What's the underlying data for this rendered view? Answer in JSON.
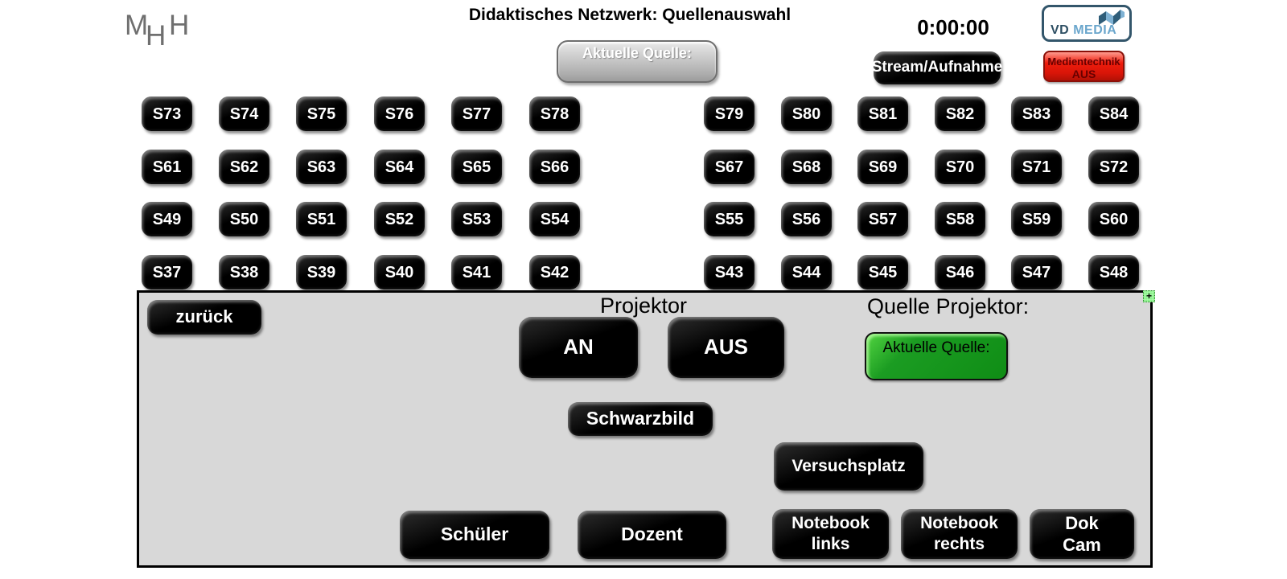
{
  "header": {
    "logo": {
      "letter1": "M",
      "letter2": "H",
      "letter3": "H"
    },
    "title": "Didaktisches Netzwerk: Quellenauswahl",
    "current_source_button": "Aktuelle Quelle:",
    "timer": "0:00:00",
    "stream_button": "Stream/Aufnahme",
    "vdmedia_logo": {
      "vd": "VD",
      "media": "MEDIA"
    },
    "medientechnik_button": {
      "line1": "Medientechnik",
      "line2": "AUS"
    }
  },
  "seats": {
    "rows": [
      {
        "left": [
          "S73",
          "S74",
          "S75",
          "S76",
          "S77",
          "S78"
        ],
        "right": [
          "S79",
          "S80",
          "S81",
          "S82",
          "S83",
          "S84"
        ]
      },
      {
        "left": [
          "S61",
          "S62",
          "S63",
          "S64",
          "S65",
          "S66"
        ],
        "right": [
          "S67",
          "S68",
          "S69",
          "S70",
          "S71",
          "S72"
        ]
      },
      {
        "left": [
          "S49",
          "S50",
          "S51",
          "S52",
          "S53",
          "S54"
        ],
        "right": [
          "S55",
          "S56",
          "S57",
          "S58",
          "S59",
          "S60"
        ]
      },
      {
        "left": [
          "S37",
          "S38",
          "S39",
          "S40",
          "S41",
          "S42"
        ],
        "right": [
          "S43",
          "S44",
          "S45",
          "S46",
          "S47",
          "S48"
        ]
      }
    ]
  },
  "panel": {
    "back_button": "zurück",
    "title": "Projektor",
    "on_button": "AN",
    "off_button": "AUS",
    "source_label": "Quelle Projektor:",
    "source_button": "Aktuelle Quelle:",
    "blackout_button": "Schwarzbild",
    "versuchsplatz_button": "Versuchsplatz",
    "schueler_button": "Schüler",
    "dozent_button": "Dozent",
    "notebook_left_button": {
      "line1": "Notebook",
      "line2": "links"
    },
    "notebook_right_button": {
      "line1": "Notebook",
      "line2": "rechts"
    },
    "dokcam_button": {
      "line1": "Dok",
      "line2": "Cam"
    },
    "expand_icon": "+"
  },
  "colors": {
    "panel_bg": "#d8d8d8",
    "seat_button": "#000000",
    "active_source_green": "#0f8d15",
    "medientechnik_red": "#e31507",
    "vd_media_blue": "#6aa6cc",
    "vd_media_dark": "#2e4f63",
    "expand_handle_green": "#8cf08c"
  }
}
